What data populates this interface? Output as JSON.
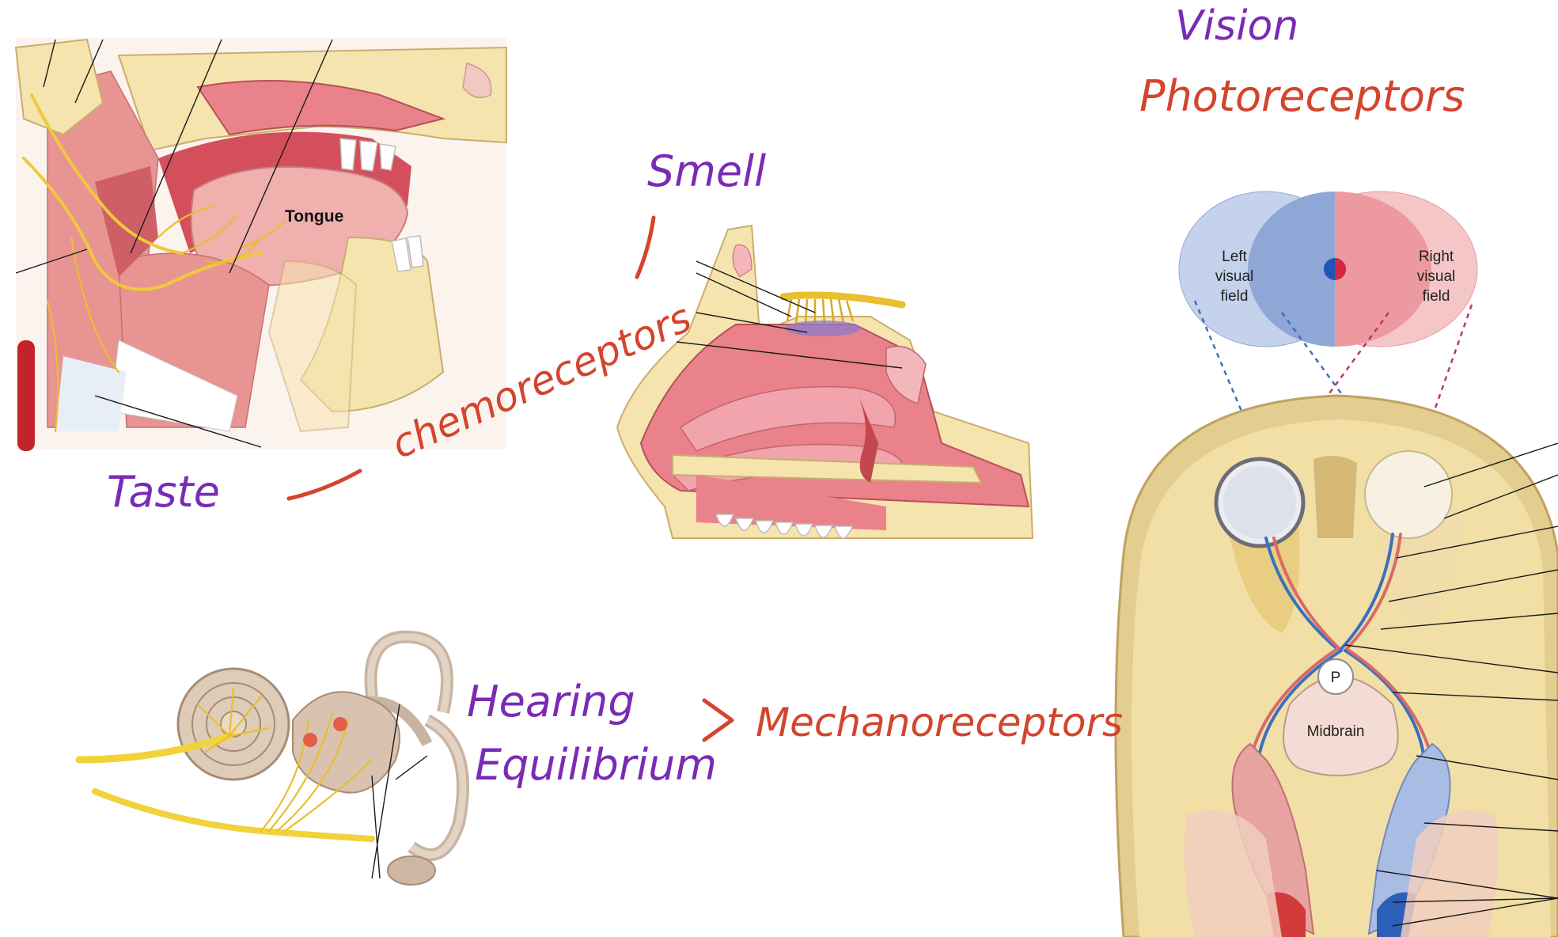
{
  "annotations": {
    "taste": "Taste",
    "smell": "Smell",
    "chemoreceptors": "chemoreceptors",
    "vision": "Vision",
    "photoreceptors": "Photoreceptors",
    "hearing": "Hearing",
    "equilibrium": "Equilibrium",
    "mechanoreceptors": "Mechanoreceptors"
  },
  "labels": {
    "tongue": "Tongue",
    "left_field_1": "Left",
    "left_field_2": "visual",
    "left_field_3": "field",
    "right_field_1": "Right",
    "right_field_2": "visual",
    "right_field_3": "field",
    "pons": "P",
    "midbrain": "Midbrain"
  },
  "colors": {
    "purple_ink": "#7a2bb5",
    "red_ink": "#d3452c",
    "left_field": "#8fa7d6",
    "right_field": "#ec9aa0",
    "nerve": "#f0c93a"
  }
}
